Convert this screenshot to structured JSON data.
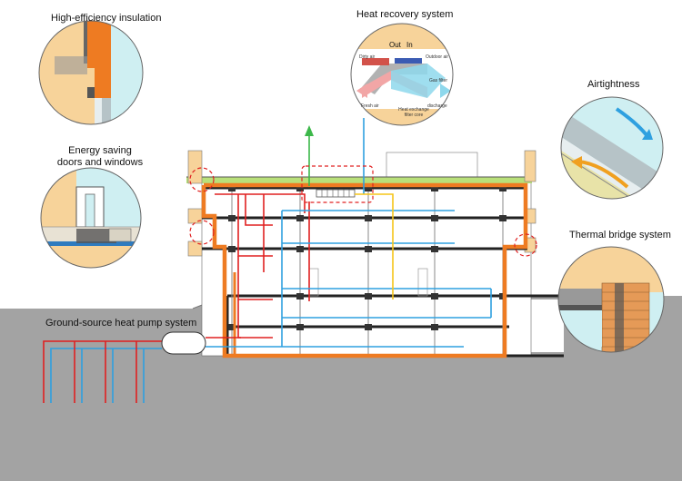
{
  "labels": {
    "insulation": "High-efficiency insulation",
    "heat_recovery": "Heat recovery system",
    "airtightness": "Airtightness",
    "doors_windows": "Energy saving doors and windows",
    "thermal_bridge": "Thermal bridge system",
    "ground_source": "Ground-source heat pump system"
  },
  "heat_recovery_detail": {
    "out": "Out",
    "in": "In",
    "dirty_air": "Dirty air",
    "outdoor_air": "Outdoor air",
    "gas_filter": "Gas filter",
    "fresh_air": "Fresh air",
    "discharge": "discharge",
    "core": "Heat exchange filter core"
  },
  "colors": {
    "ground": "#a3a3a3",
    "orange_pipe": "#ee7b22",
    "red_pipe": "#e02020",
    "blue_pipe": "#2ea0e0",
    "yellow_pipe": "#f5c518",
    "green_roof": "#b9e07a",
    "insulation_fill": "#f7d39a",
    "glass": "#cfeff2",
    "marker_red": "#e02020"
  },
  "icons": [
    "heat-exchanger-arrows-icon",
    "airflow-arrow-icon",
    "heat-pump-tank-icon",
    "exhaust-arrow-icon"
  ]
}
